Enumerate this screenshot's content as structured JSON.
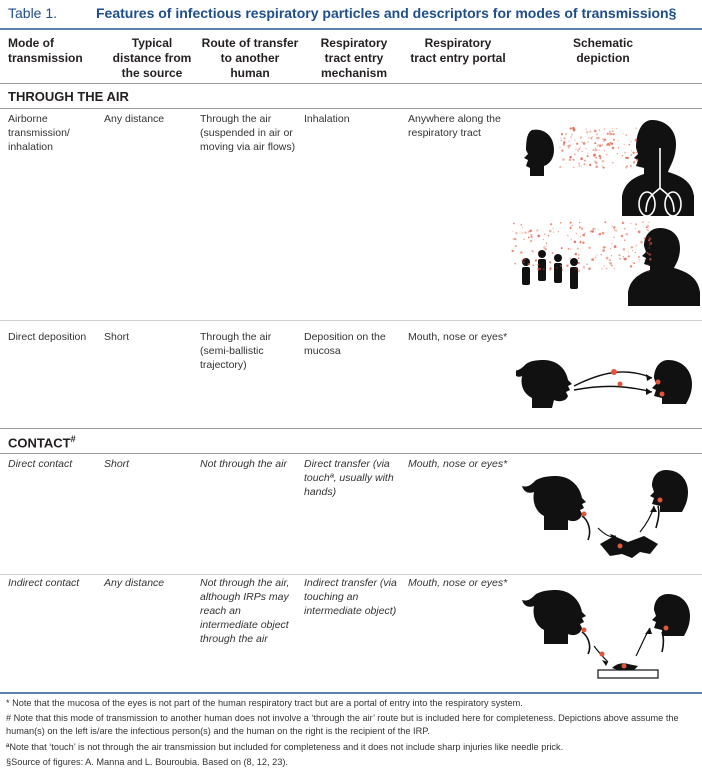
{
  "table_label": "Table 1.",
  "table_title": "Features of infectious respiratory particles and descriptors for modes of transmission§",
  "headers": {
    "mode": "Mode of transmission",
    "distance": "Typical distance from the source",
    "route": "Route of transfer to another human",
    "mechanism": "Respiratory tract entry mechanism",
    "portal": "Respiratory tract entry portal",
    "schematic": "Schematic depiction"
  },
  "sections": {
    "air": "THROUGH THE AIR",
    "contact": "CONTACT",
    "contact_mark": "#"
  },
  "rows": [
    {
      "mode": "Airborne transmission/ inhalation",
      "distance": "Any distance",
      "route": "Through the air (suspended in air or moving via air flows)",
      "mechanism": "Inhalation",
      "portal": "Anywhere along the respiratory tract"
    },
    {
      "mode": "Direct deposition",
      "distance": "Short",
      "route": "Through the air (semi-ballistic trajectory)",
      "mechanism": "Deposition on the mucosa",
      "portal": "Mouth, nose or eyes*"
    },
    {
      "mode": "Direct contact",
      "distance": "Short",
      "route": "Not through the air",
      "mechanism": "Direct transfer (via touchª, usually with hands)",
      "portal": "Mouth, nose or eyes*"
    },
    {
      "mode": "Indirect contact",
      "distance": "Any distance",
      "route": "Not through the air, although IRPs may reach an intermediate object through the air",
      "mechanism": "Indirect transfer (via touching an intermediate object)",
      "portal": "Mouth, nose or eyes*"
    }
  ],
  "footnotes": [
    "* Note that the mucosa of the eyes is not part of the human respiratory tract but are a portal of entry into the respiratory system.",
    "# Note that this mode of transmission to another human does not involve a ‘through the air’ route but is included here for completeness. Depictions above assume the human(s) on the left is/are the infectious person(s) and the human on the right is the recipient of the IRP.",
    "ªNote that ‘touch’ is not through the air transmission but included for completeness and it does not include sharp injuries like needle prick.",
    "§Source of figures: A. Manna and L. Bouroubia. Based on (8, 12, 23)."
  ],
  "colors": {
    "title_blue": "#1e4e8c",
    "rule_blue": "#5a7fb0",
    "particle_red": "#e0553b",
    "silhouette": "#111111"
  }
}
